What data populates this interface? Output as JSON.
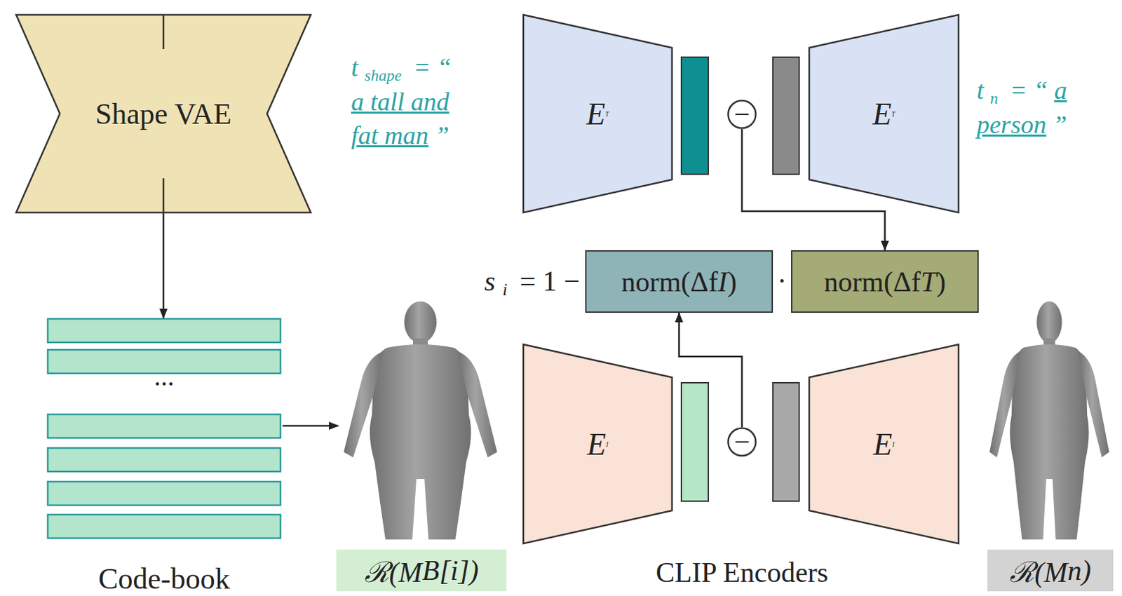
{
  "diagram": {
    "nodes": [
      {
        "text": [
          "Shape VAE"
        ]
      },
      {
        "text": [
          "Code-book"
        ]
      },
      {
        "text": [
          "ℛ(M",
          "B",
          "[i])"
        ]
      },
      {
        "text": [
          "E",
          "T"
        ]
      },
      {
        "text": [
          "E",
          "T"
        ]
      },
      {
        "text": [
          "−"
        ]
      },
      {
        "text": [
          "norm(Δf",
          "I",
          ")"
        ]
      },
      {
        "text": [
          "norm(Δf",
          "T",
          ")"
        ]
      },
      {
        "text": [
          "E",
          "I"
        ]
      },
      {
        "text": [
          "E",
          "I"
        ]
      },
      {
        "text": [
          "−"
        ]
      },
      {
        "text": [
          "ℛ(M",
          "n",
          ")"
        ]
      }
    ],
    "edges": [
      {
        "from": 0,
        "to": 1,
        "arrow": "to"
      },
      {
        "from": 5,
        "to": 7,
        "arrow": "to"
      },
      {
        "from": 10,
        "to": 6,
        "arrow": "to"
      }
    ],
    "labels": [
      "...",
      "t",
      "shape",
      "= “",
      "a tall and fat man",
      "”",
      "t",
      "n",
      "= “",
      "a person",
      "”",
      "s",
      "i",
      "= 1 −",
      "·",
      "CLIP Encoders"
    ]
  }
}
